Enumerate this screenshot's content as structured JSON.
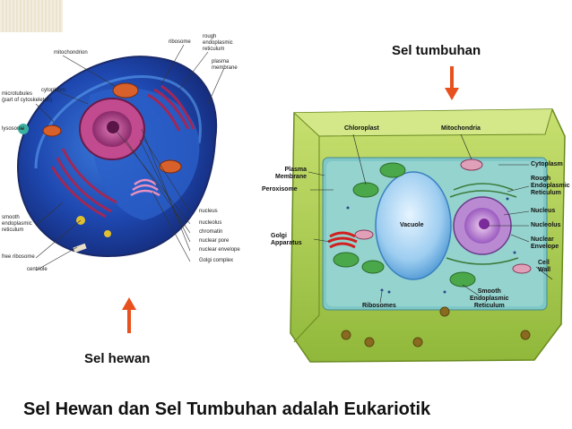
{
  "animal_cell": {
    "caption": "Sel hewan",
    "labels": {
      "ribosome": "ribosome",
      "rough_er": "rough\nendoplasmic\nreticulum",
      "mitochondrion": "mitochondrion",
      "plasma_membrane": "plasma\nmembrane",
      "cytoplasm": "cytoplasm",
      "microtubules": "microtubules\n(part of cytoskeleton)",
      "lysosome": "lysosome",
      "nucleus": "nucleus",
      "nucleolus": "nucleolus",
      "chromatin": "chromatin",
      "nuclear_pore": "nuclear pore",
      "nuclear_envelope": "nuclear envelope",
      "golgi_complex": "Golgi complex",
      "smooth_er": "smooth\nendoplasmic\nreticulum",
      "free_ribosome": "free ribosome",
      "centriole": "centriole"
    }
  },
  "plant_cell": {
    "caption": "Sel tumbuhan",
    "labels": {
      "chloroplast": "Chloroplast",
      "mitochondria": "Mitochondria",
      "cytoplasm": "Cytoplasm",
      "plasma_membrane": "Plasma\nMembrane",
      "rough_er": "Rough\nEndoplasmic\nReticulum",
      "peroxisome": "Peroxisome",
      "nucleus": "Nucleus",
      "vacuole": "Vacuole",
      "nucleolus": "Nucleolus",
      "golgi": "Golgi\nApparatus",
      "nuclear_envelope": "Nuclear\nEnvelope",
      "cell_wall": "Cell\nWall",
      "smooth_er": "Smooth\nEndoplasmic\nReticulum",
      "ribosomes": "Ribosomes"
    }
  },
  "footer": {
    "title": "Sel Hewan dan Sel Tumbuhan adalah Eukariotik"
  },
  "colors": {
    "arrow": "#e8501e",
    "animal_cytoplasm": "#1e3c9a",
    "plant_wall": "#a6c84c",
    "vacuole": "#8cc4ea",
    "nucleus_plant": "#b98ad2"
  }
}
